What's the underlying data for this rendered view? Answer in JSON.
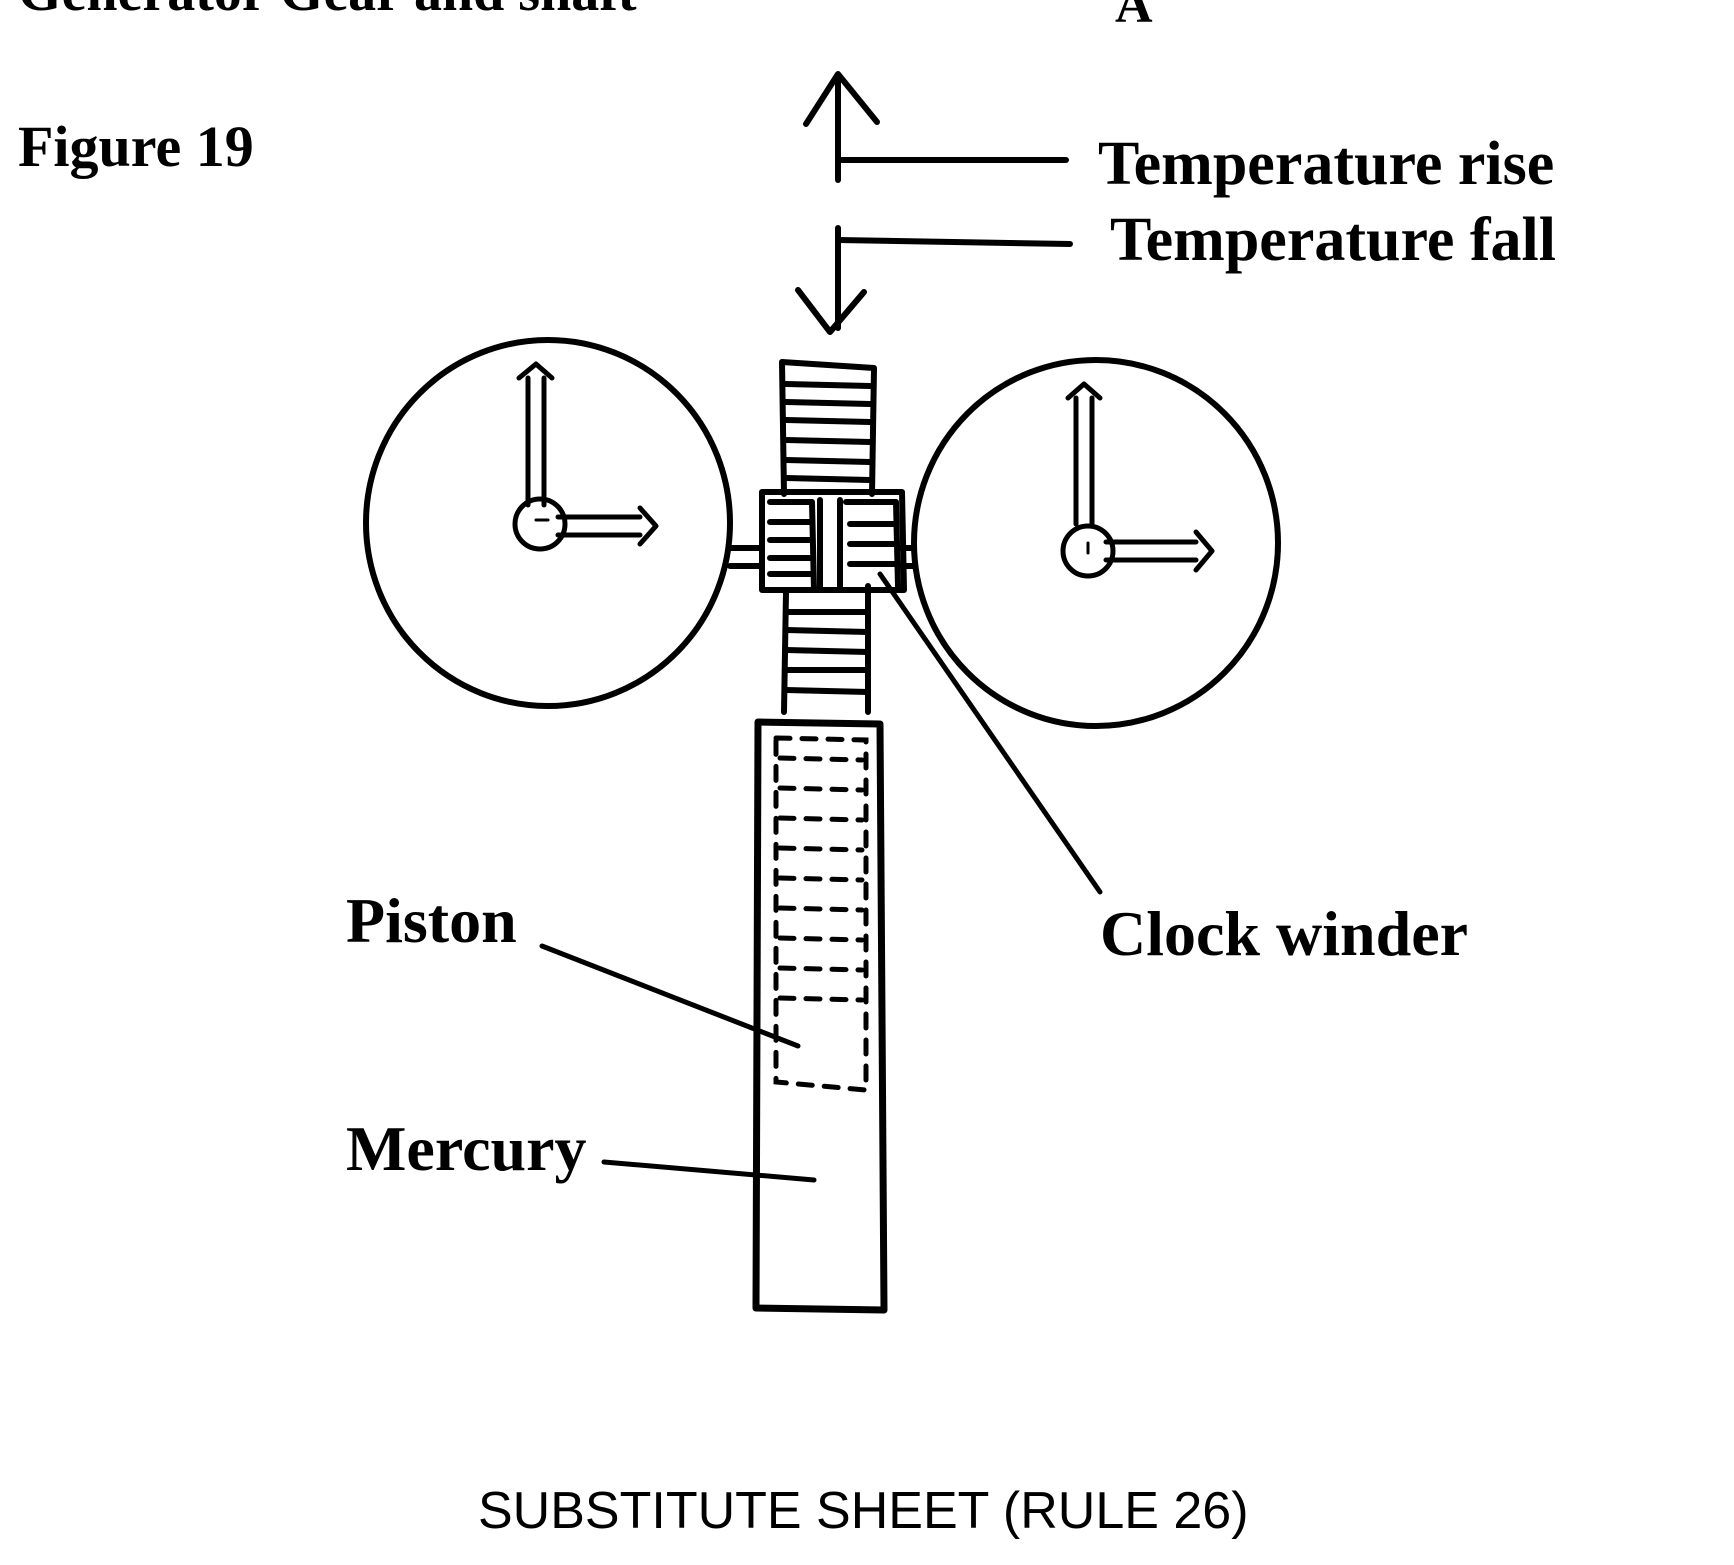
{
  "header": {
    "top_text": "Generator Gear and shaft",
    "corner_letter": "A"
  },
  "figure": {
    "title": "Figure 19"
  },
  "labels": {
    "temperature_rise": "Temperature rise",
    "temperature_fall": "Temperature fall",
    "piston": "Piston",
    "mercury": "Mercury",
    "clock_winder": "Clock winder"
  },
  "footer": {
    "text": "SUBSTITUTE SHEET (RULE 26)"
  },
  "icons": [
    "up-arrow-icon",
    "down-arrow-icon",
    "clock-hands-icon"
  ]
}
